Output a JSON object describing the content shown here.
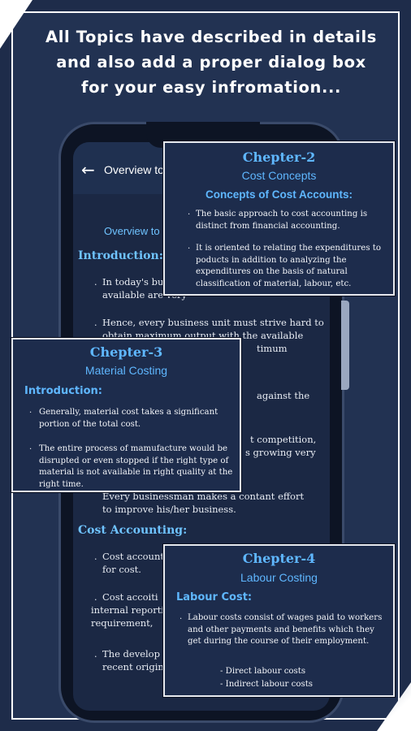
{
  "headline": {
    "line1": "All Topics have described in details",
    "line2": "and also add a proper dialog box",
    "line3": "for your easy infromation..."
  },
  "screen": {
    "app_title": "Overview to",
    "back_icon": "back-arrow-icon",
    "subtitle": "Overview to",
    "section_intro": "Introduction:",
    "intro_items": [
      "In today's bus",
      "available are very",
      "Hence, every business unit must strive hard to",
      "obtain maximum output with the available",
      "timum",
      "against the",
      "t competition,",
      "s growing very",
      "Every businessman makes a contant effort",
      "to improve his/her business."
    ],
    "section_cost": "Cost Accounting:",
    "cost_items": [
      "Cost accounti",
      "for cost.",
      "Cost accoiti",
      "internal reporti",
      "requirement,",
      "The develop",
      "recent origin."
    ]
  },
  "dialog2": {
    "title": "Chepter-2",
    "subtitle": "Cost Concepts",
    "section": "Concepts of Cost Accounts:",
    "p1": "The basic approach to cost accounting is distinct from financial accounting.",
    "p2": "It is oriented to relating the expenditures to poducts in addition to analyzing the expenditures on the basis of natural classification of material, labour, etc."
  },
  "dialog3": {
    "title": "Chepter-3",
    "subtitle": "Material Costing",
    "section": "Introduction:",
    "p1": "Generally, material cost takes a significant portion of the total cost.",
    "p2": "The entire process of mamufacture would be disrupted or even stopped if the right type of material is not available in right quality at the right time."
  },
  "dialog4": {
    "title": "Chepter-4",
    "subtitle": "Labour Costing",
    "section": "Labour Cost:",
    "p1": "Labour costs consist of wages paid to workers and other payments and benefits which they get during the course of their employment.",
    "item1": "- Direct labour costs",
    "item2": "- Indirect labour costs"
  },
  "colors": {
    "background": "#223252",
    "accent": "#5fb7ff",
    "text": "#f2f4f8"
  }
}
